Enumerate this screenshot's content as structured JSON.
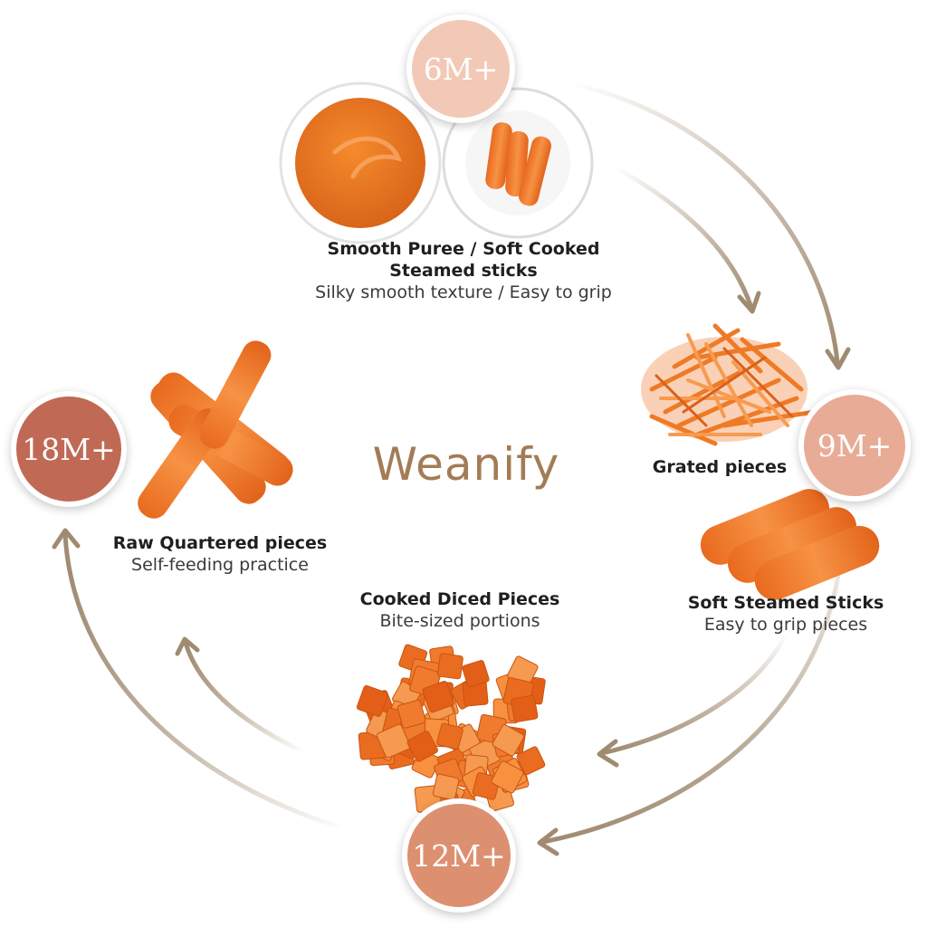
{
  "brand": {
    "name": "Weanify",
    "color": "#a37c55"
  },
  "colors": {
    "arrow": "#a08b71",
    "carrot": "#f07a2e",
    "carrot_dark": "#d95e16",
    "badge_6m": "#f2c8b6",
    "badge_9m": "#e8ab96",
    "badge_12m": "#dc9070",
    "badge_18m": "#c06a55"
  },
  "stages": [
    {
      "age": "6M+",
      "title": "Smooth Puree / Soft Cooked Steamed sticks",
      "title_line1": "Smooth Puree / Soft Cooked",
      "title_line2": "Steamed sticks",
      "subtitle": "Silky smooth texture / Easy to grip"
    },
    {
      "age": "9M+",
      "items": [
        {
          "title": "Grated pieces",
          "subtitle": ""
        },
        {
          "title": "Soft Steamed Sticks",
          "subtitle": "Easy to grip pieces"
        }
      ]
    },
    {
      "age": "12M+",
      "title": "Cooked Diced Pieces",
      "subtitle": "Bite-sized portions"
    },
    {
      "age": "18M+",
      "title": "Raw Quartered pieces",
      "subtitle": "Self-feeding practice"
    }
  ]
}
